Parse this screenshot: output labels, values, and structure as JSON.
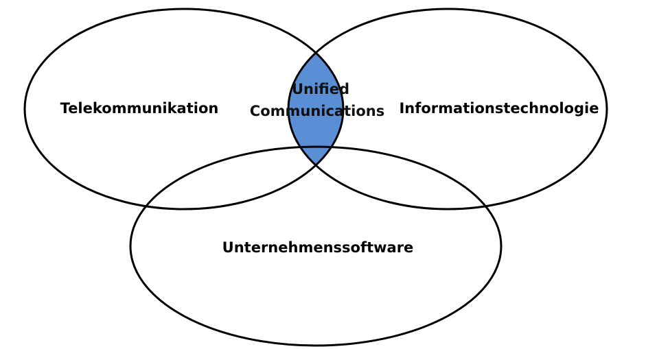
{
  "diagram": {
    "sets": [
      {
        "id": "left",
        "label": "Telekommunikation"
      },
      {
        "id": "right",
        "label": "Informationstechnologie"
      },
      {
        "id": "bottom",
        "label": "Unternehmenssoftware"
      }
    ],
    "intersection": {
      "label_line1": "Unified",
      "label_line2": "Communications",
      "fill_color": "#5a8fd6",
      "stroke_color": "#000000"
    },
    "outline_color": "#000000",
    "background_color": "#ffffff"
  }
}
